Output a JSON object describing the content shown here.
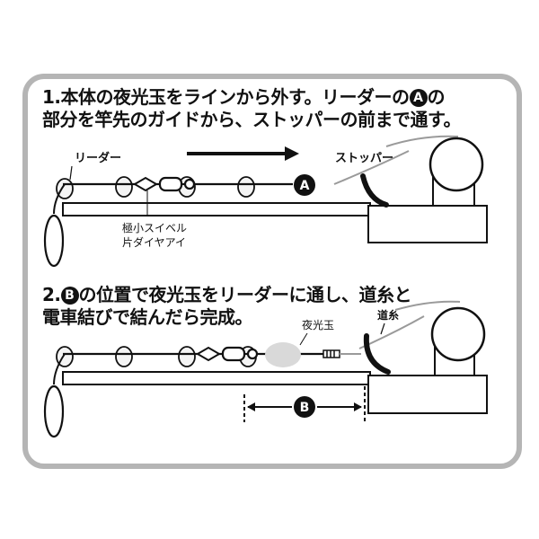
{
  "step1": {
    "before": "1.本体の夜光玉をラインから外す。リーダーの",
    "marker": "A",
    "after": "の",
    "line2": "部分を竿先のガイドから、ストッパーの前まで通す。"
  },
  "step2": {
    "prefix": "2.",
    "marker": "B",
    "rest": "の位置で夜光玉をリーダーに通し、道糸と",
    "line2": "電車結びで結んだら完成。"
  },
  "labels": {
    "leader": "リーダー",
    "stopper": "ストッパー",
    "swivel_1": "極小スイベル",
    "swivel_2": "片ダイヤアイ",
    "glow_ball": "夜光玉",
    "main_line": "道糸",
    "marker_a": "A",
    "marker_b": "B"
  },
  "colors": {
    "frame": "#b5b5b5",
    "line": "#111111",
    "rod_fill": "#ffffff",
    "glow_ball": "#d9d9d9",
    "guide_ring": "#f4f4f4",
    "reel_line": "#9a9a9a"
  }
}
